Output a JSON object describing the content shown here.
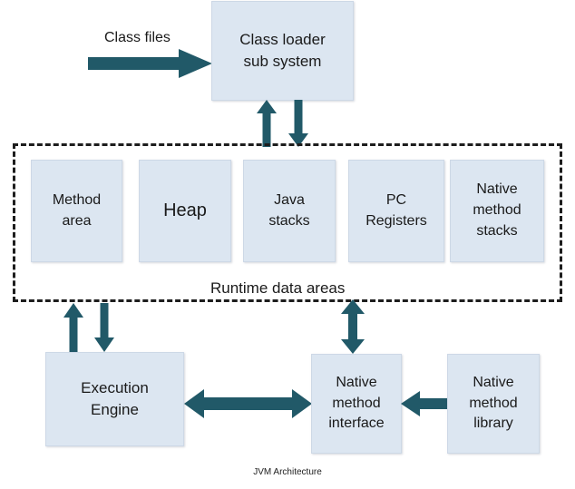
{
  "diagram": {
    "title": "JVM Architecture",
    "caption": "JVM Architecture",
    "colors": {
      "box_fill": "#dce6f1",
      "box_border": "#cdd8e6",
      "arrow": "#215968",
      "dashed_border": "#1d1d1d",
      "text": "#1a1a1a",
      "background": "#ffffff"
    }
  },
  "labels": {
    "class_files": "Class files",
    "runtime_data_areas": "Runtime data areas"
  },
  "boxes": {
    "class_loader": {
      "line1": "Class loader",
      "line2": "sub system"
    },
    "method_area": {
      "line1": "Method",
      "line2": "area"
    },
    "heap": {
      "line1": "Heap"
    },
    "java_stacks": {
      "line1": "Java",
      "line2": "stacks"
    },
    "pc_registers": {
      "line1": "PC",
      "line2": "Registers"
    },
    "native_method_stacks": {
      "line1": "Native",
      "line2": "method",
      "line3": "stacks"
    },
    "execution_engine": {
      "line1": "Execution",
      "line2": "Engine"
    },
    "native_method_interface": {
      "line1": "Native",
      "line2": "method",
      "line3": "interface"
    },
    "native_method_library": {
      "line1": "Native",
      "line2": "method",
      "line3": "library"
    }
  },
  "connections": [
    {
      "name": "class-files-to-class-loader",
      "direction": "right",
      "from": "Class files",
      "to": "Class loader sub system"
    },
    {
      "name": "runtime-to-class-loader-up",
      "direction": "up",
      "from": "Runtime data areas",
      "to": "Class loader sub system"
    },
    {
      "name": "class-loader-to-runtime-down",
      "direction": "down",
      "from": "Class loader sub system",
      "to": "Runtime data areas"
    },
    {
      "name": "execution-engine-to-runtime-up",
      "direction": "up",
      "from": "Execution Engine",
      "to": "Runtime data areas"
    },
    {
      "name": "runtime-to-execution-engine-down",
      "direction": "down",
      "from": "Runtime data areas",
      "to": "Execution Engine"
    },
    {
      "name": "runtime-native-method-interface-bidirectional",
      "direction": "up-down",
      "from": "Runtime data areas",
      "to": "Native method interface"
    },
    {
      "name": "execution-engine-native-method-interface-bidirectional",
      "direction": "left-right",
      "from": "Execution Engine",
      "to": "Native method interface"
    },
    {
      "name": "native-method-library-to-interface",
      "direction": "left",
      "from": "Native method library",
      "to": "Native method interface"
    }
  ]
}
